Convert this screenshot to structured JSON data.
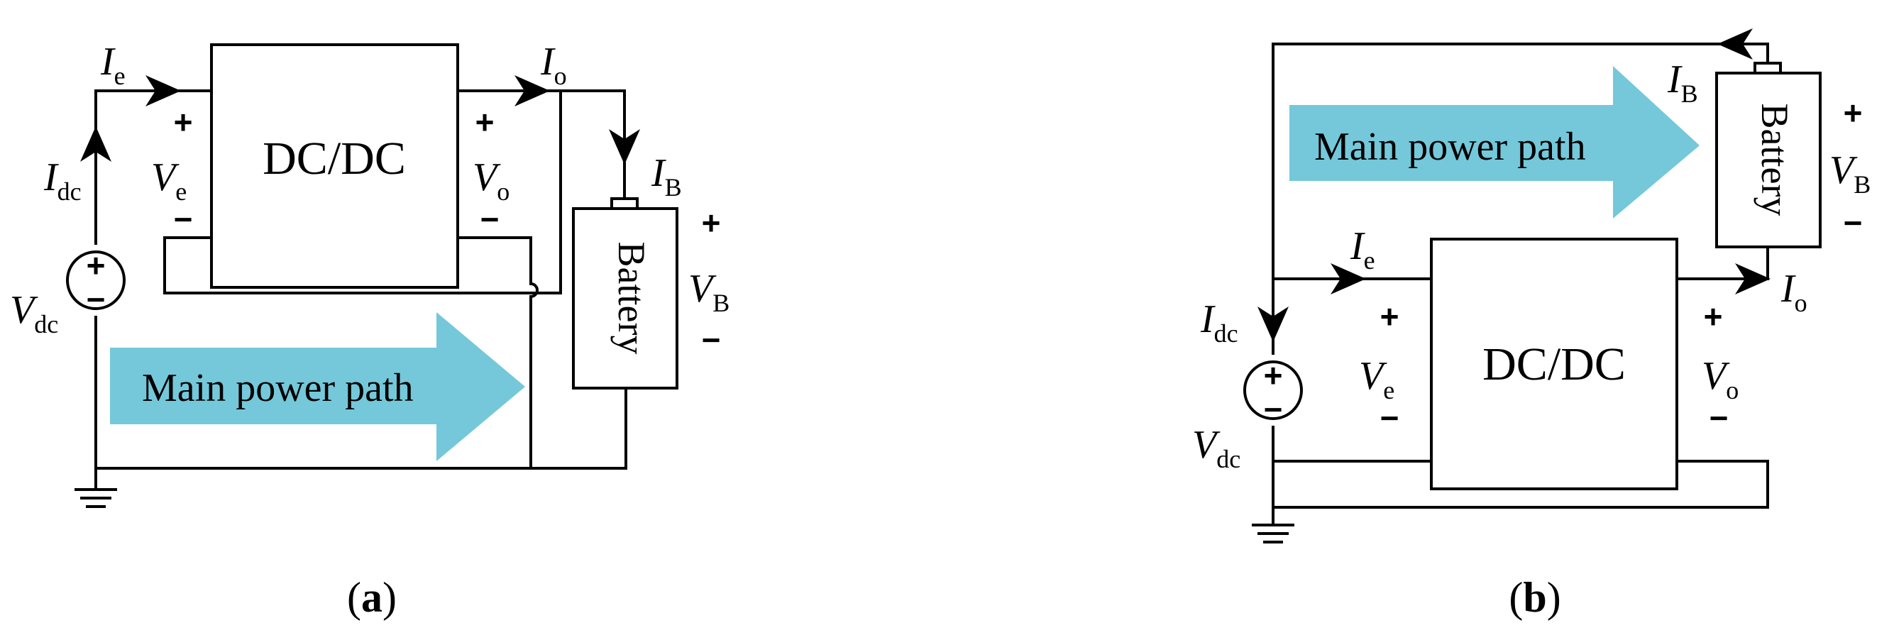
{
  "panel_a": {
    "converter_label": "DC/DC",
    "battery_label": "Battery",
    "power_path_label": "Main power path",
    "caption_letter": "a",
    "source": {
      "symbol": "V",
      "subscript": "dc"
    },
    "currents": {
      "dc": {
        "symbol": "I",
        "subscript": "dc"
      },
      "e": {
        "symbol": "I",
        "subscript": "e"
      },
      "o": {
        "symbol": "I",
        "subscript": "o"
      },
      "B": {
        "symbol": "I",
        "subscript": "B"
      }
    },
    "voltages": {
      "e": {
        "symbol": "V",
        "subscript": "e"
      },
      "o": {
        "symbol": "V",
        "subscript": "o"
      },
      "B": {
        "symbol": "V",
        "subscript": "B"
      }
    },
    "plus": "+",
    "minus": "−"
  },
  "panel_b": {
    "converter_label": "DC/DC",
    "battery_label": "Battery",
    "power_path_label": "Main power path",
    "caption_letter": "b",
    "source": {
      "symbol": "V",
      "subscript": "dc"
    },
    "currents": {
      "dc": {
        "symbol": "I",
        "subscript": "dc"
      },
      "e": {
        "symbol": "I",
        "subscript": "e"
      },
      "o": {
        "symbol": "I",
        "subscript": "o"
      },
      "B": {
        "symbol": "I",
        "subscript": "B"
      }
    },
    "voltages": {
      "e": {
        "symbol": "V",
        "subscript": "e"
      },
      "o": {
        "symbol": "V",
        "subscript": "o"
      },
      "B": {
        "symbol": "V",
        "subscript": "B"
      }
    },
    "plus": "+",
    "minus": "−"
  },
  "colors": {
    "power_path_arrow": "#74c8da",
    "wire": "#000000"
  },
  "caption_parens": {
    "open": "(",
    "close": ")"
  }
}
